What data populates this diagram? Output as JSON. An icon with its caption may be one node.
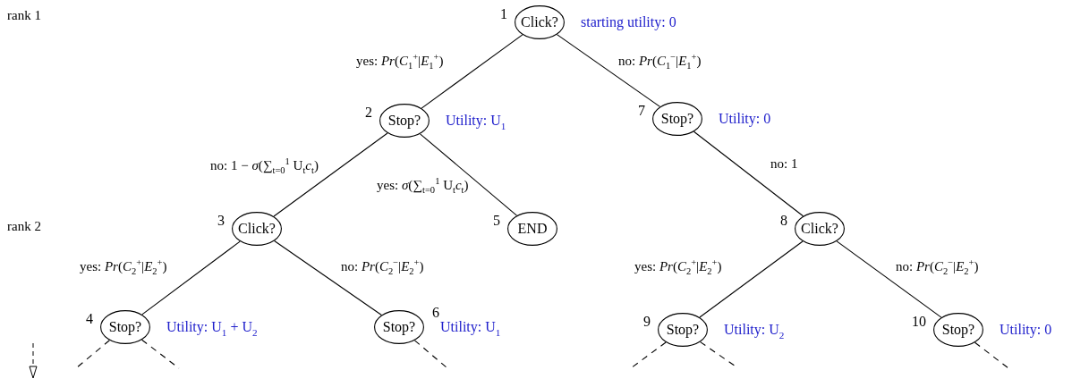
{
  "diagram": {
    "nodes": [
      {
        "text": [
          "Click?"
        ],
        "beside": [
          "1",
          "starting utility: 0"
        ]
      },
      {
        "text": [
          "Stop?"
        ],
        "beside": [
          "2",
          "Utility: U$_{1}$"
        ]
      },
      {
        "text": [
          "Click?"
        ],
        "beside": [
          "3"
        ]
      },
      {
        "text": [
          "Stop?"
        ],
        "beside": [
          "4",
          "Utility: U$_{1}$ + U$_{2}$"
        ]
      },
      {
        "text": [
          "END"
        ],
        "beside": [
          "5"
        ]
      },
      {
        "text": [
          "Stop?"
        ],
        "beside": [
          "6",
          "Utility: U$_{1}$"
        ]
      },
      {
        "text": [
          "Stop?"
        ],
        "beside": [
          "7",
          "Utility: 0"
        ]
      },
      {
        "text": [
          "Click?"
        ],
        "beside": [
          "8"
        ]
      },
      {
        "text": [
          "Stop?"
        ],
        "beside": [
          "9",
          "Utility: U$_{2}$"
        ]
      },
      {
        "text": [
          "Stop?"
        ],
        "beside": [
          "10",
          "Utility: 0"
        ]
      }
    ],
    "edges": [
      {
        "from": 0,
        "to": 1,
        "arrow": "none",
        "label": "yes: *Pr*(*C*$_{1}$$^{+}$|*E*$_{1}$$^{+}$)"
      },
      {
        "from": 0,
        "to": 6,
        "arrow": "none",
        "label": "no: *Pr*(*C*$_{1}$$^{−}$|*E*$_{1}$$^{+}$)"
      },
      {
        "from": 1,
        "to": 2,
        "arrow": "none",
        "label": "no: 1 − *σ*(∑$_{t=0}$$^{1}$ U$_{t}$*c*$_{t}$)"
      },
      {
        "from": 1,
        "to": 4,
        "arrow": "none",
        "label": "yes: *σ*(∑$_{t=0}$$^{1}$ U$_{t}$*c*$_{t}$)"
      },
      {
        "from": 6,
        "to": 7,
        "arrow": "none",
        "label": "no: 1"
      },
      {
        "from": 2,
        "to": 3,
        "arrow": "none",
        "label": "yes: *Pr*(*C*$_{2}$$^{+}$|*E*$_{2}$$^{+}$)"
      },
      {
        "from": 2,
        "to": 5,
        "arrow": "none",
        "label": "no: *Pr*(*C*$_{2}$$^{−}$|*E*$_{2}$$^{+}$)"
      },
      {
        "from": 7,
        "to": 8,
        "arrow": "none",
        "label": "yes: *Pr*(*C*$_{2}$$^{+}$|*E*$_{2}$$^{+}$)"
      },
      {
        "from": 7,
        "to": 9,
        "arrow": "none",
        "label": "no: *Pr*(*C*$_{2}$$^{−}$|*E*$_{2}$$^{+}$)"
      },
      {
        "from": 3,
        "to": null,
        "arrow": "none",
        "style": "dashed"
      },
      {
        "from": 3,
        "to": null,
        "arrow": "none",
        "style": "dashed"
      },
      {
        "from": 5,
        "to": null,
        "arrow": "none",
        "style": "dashed"
      },
      {
        "from": 8,
        "to": null,
        "arrow": "none",
        "style": "dashed"
      },
      {
        "from": 8,
        "to": null,
        "arrow": "none",
        "style": "dashed"
      },
      {
        "from": 9,
        "to": null,
        "arrow": "none",
        "style": "dashed"
      }
    ],
    "labels": [
      "rank 1",
      "rank 2"
    ]
  }
}
